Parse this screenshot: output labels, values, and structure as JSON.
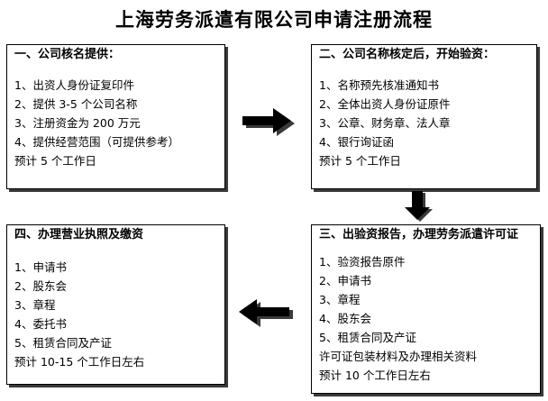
{
  "title": "上海劳务派遣有限公司申请注册流程",
  "steps": [
    {
      "heading": "一、公司核名提供：",
      "items": [
        "1、出资人身份证复印件",
        "2、提供 3-5 个公司名称",
        "3、注册资金为 200 万元",
        "4、提供经营范围（可提供参考）",
        "预计 5 个工作日"
      ]
    },
    {
      "heading": "二、公司名称核定后，开始验资：",
      "items": [
        "1、名称预先核准通知书",
        "2、全体出资人身份证原件",
        "3、公章、财务章、法人章",
        "4、银行询证函",
        "预计 5 个工作日"
      ]
    },
    {
      "heading": "三、出验资报告，办理劳务派遣许可证",
      "items": [
        "1、验资报告原件",
        "2、申请书",
        "3、章程",
        "4、股东会",
        "5、租赁合同及产证",
        "许可证包装材料及办理相关资料",
        "预计 10 个工作日左右"
      ]
    },
    {
      "heading": "四、办理营业执照及缴资",
      "items": [
        "1、申请书",
        "2、股东会",
        "3、章程",
        "4、委托书",
        "5、租赁合同及产证",
        "预计 10-15 个工作日左右"
      ]
    }
  ],
  "colors": {
    "border": "#000000",
    "shadow": "#3a3a3a",
    "arrow": "#000000"
  },
  "icons": [
    "arrow-right-icon",
    "arrow-down-icon",
    "arrow-left-icon"
  ]
}
